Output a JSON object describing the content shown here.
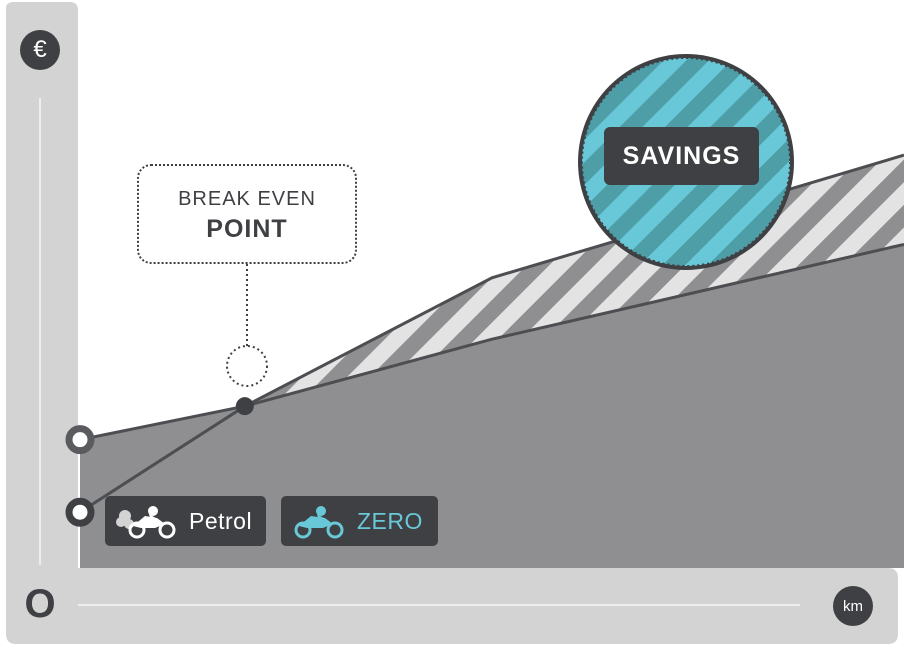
{
  "chart_data": {
    "type": "line",
    "title": "",
    "y_axis_icon": "€",
    "x_axis_icon": "km",
    "origin_label": "O",
    "series": [
      {
        "name": "Petrol",
        "color": "#4d4e52",
        "x": [
          0,
          1,
          2.5,
          5
        ],
        "y": [
          1.0,
          2.9,
          5.2,
          7.4
        ]
      },
      {
        "name": "ZERO",
        "color": "#69c8d8",
        "x": [
          0,
          1,
          2.5,
          5
        ],
        "y": [
          2.3,
          2.9,
          4.1,
          5.8
        ]
      }
    ],
    "xlim": [
      0,
      5
    ],
    "ylim": [
      0,
      10
    ],
    "annotations": {
      "break_even": {
        "line1": "BREAK EVEN",
        "line2": "POINT"
      },
      "savings": "SAVINGS"
    },
    "colors": {
      "background_frame": "#d3d3d4",
      "area_fill": "#8f8f92",
      "stripe_dark": "#8f8f92",
      "stripe_light": "#e3e3e4",
      "savings_teal": "#69c8d8",
      "dark": "#3f4043"
    }
  },
  "legend": {
    "petrol": {
      "label": "Petrol",
      "icon": "petrol-motorcycle-icon",
      "color": "#ffffff"
    },
    "zero": {
      "label": "ZERO",
      "icon": "electric-motorcycle-icon",
      "color": "#69c8d8"
    }
  }
}
